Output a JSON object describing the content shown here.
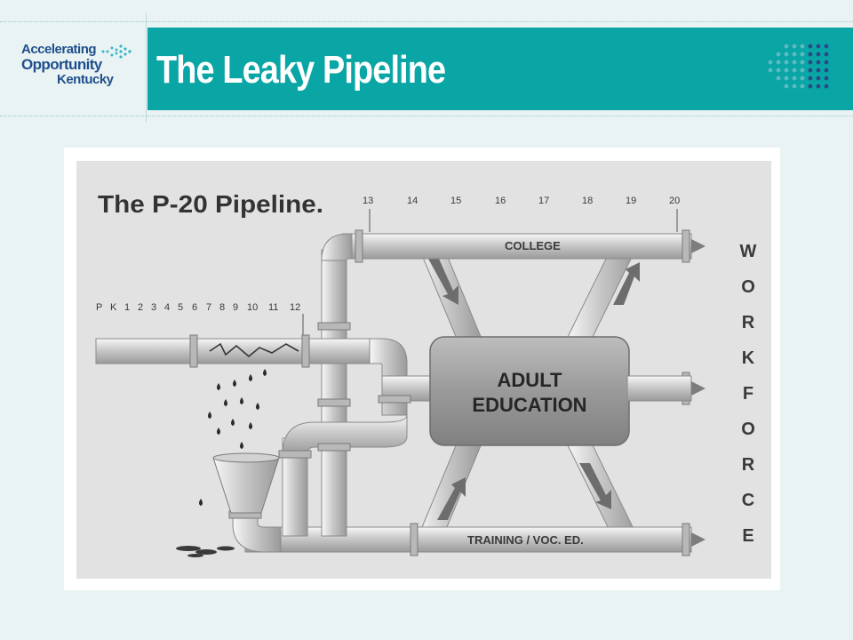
{
  "slide": {
    "title": "The Leaky Pipeline"
  },
  "logo": {
    "line1": "Accelerating",
    "line2": "Opportunity",
    "line3": "Kentucky"
  },
  "diagram": {
    "title": "The P-20 Pipeline.",
    "grade_labels": [
      "P",
      "K",
      "1",
      "2",
      "3",
      "4",
      "5",
      "6",
      "7",
      "8",
      "9",
      "10",
      "11",
      "12"
    ],
    "upper_labels": [
      "13",
      "14",
      "15",
      "16",
      "17",
      "18",
      "19",
      "20"
    ],
    "college_label": "COLLEGE",
    "adult_education_line1": "ADULT",
    "adult_education_line2": "EDUCATION",
    "training_label": "TRAINING / VOC. ED.",
    "workforce_letters": [
      "W",
      "O",
      "R",
      "K",
      "F",
      "O",
      "R",
      "C",
      "E"
    ]
  },
  "colors": {
    "header_band": "#0aa5a5",
    "logo_blue": "#1f4f8c",
    "diagram_bg": "#e2e2e2"
  }
}
